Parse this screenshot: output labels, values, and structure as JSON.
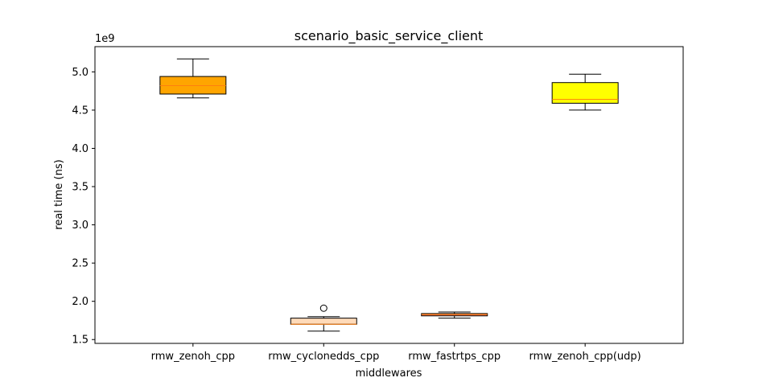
{
  "chart_data": {
    "type": "boxplot",
    "title": "scenario_basic_service_client",
    "xlabel": "middlewares",
    "ylabel": "real time (ns)",
    "y_multiplier_label": "1e9",
    "ylim": [
      1.45,
      5.33
    ],
    "yticks": [
      "1.5",
      "2.0",
      "2.5",
      "3.0",
      "3.5",
      "4.0",
      "4.5",
      "5.0"
    ],
    "grid": false,
    "categories": [
      "rmw_zenoh_cpp",
      "rmw_cyclonedds_cpp",
      "rmw_fastrtps_cpp",
      "rmw_zenoh_cpp(udp)"
    ],
    "boxes": [
      {
        "name": "rmw_zenoh_cpp",
        "whisker_low": 4.66,
        "q1": 4.71,
        "median": 4.82,
        "q3": 4.94,
        "whisker_high": 5.17,
        "outliers": [],
        "color": "#ffa500"
      },
      {
        "name": "rmw_cyclonedds_cpp",
        "whisker_low": 1.61,
        "q1": 1.7,
        "median": 1.7,
        "q3": 1.78,
        "whisker_high": 1.8,
        "outliers": [
          1.91
        ],
        "color": "#ffdab9"
      },
      {
        "name": "rmw_fastrtps_cpp",
        "whisker_low": 1.78,
        "q1": 1.81,
        "median": 1.83,
        "q3": 1.84,
        "whisker_high": 1.86,
        "outliers": [],
        "color": "#ff7f50"
      },
      {
        "name": "rmw_zenoh_cpp(udp)",
        "whisker_low": 4.5,
        "q1": 4.59,
        "median": 4.64,
        "q3": 4.86,
        "whisker_high": 4.97,
        "outliers": [],
        "color": "#ffff00"
      }
    ],
    "median_line_color": "#ff7f0e"
  }
}
